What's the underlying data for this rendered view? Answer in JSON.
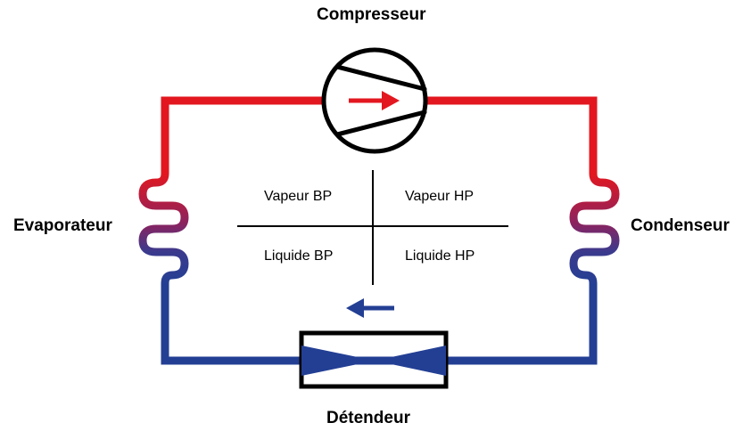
{
  "components": {
    "compressor": "Compresseur",
    "condenser": "Condenseur",
    "expansion_valve": "Détendeur",
    "evaporator": "Evaporateur"
  },
  "states": {
    "low_pressure_vapor": "Vapeur BP",
    "high_pressure_vapor": "Vapeur HP",
    "low_pressure_liquid": "Liquide BP",
    "high_pressure_liquid": "Liquide HP"
  },
  "colors": {
    "hot_line": "#e3171f",
    "cold_line": "#233f94",
    "transition": "#6c2a72",
    "outline": "#000000"
  }
}
